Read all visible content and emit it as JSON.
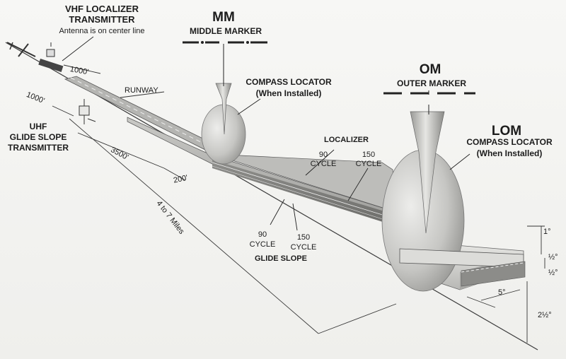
{
  "labels": {
    "vhf_title_1": "VHF LOCALIZER",
    "vhf_title_2": "TRANSMITTER",
    "vhf_note": "Antenna is on center line",
    "mm_abbr": "MM",
    "mm_name": "MIDDLE MARKER",
    "om_abbr": "OM",
    "om_name": "OUTER MARKER",
    "compass_1": "COMPASS LOCATOR",
    "compass_2": "(When Installed)",
    "lom_abbr": "LOM",
    "lom_1": "COMPASS LOCATOR",
    "lom_2": "(When Installed)",
    "runway": "RUNWAY",
    "uhf_1": "UHF",
    "uhf_2": "GLIDE SLOPE",
    "uhf_3": "TRANSMITTER",
    "localizer": "LOCALIZER",
    "loc_90_a": "90",
    "loc_90_b": "CYCLE",
    "loc_150_a": "150",
    "loc_150_b": "CYCLE",
    "gs_90_a": "90",
    "gs_90_b": "CYCLE",
    "gs_150_a": "150",
    "gs_150_b": "CYCLE",
    "glide_slope": "GLIDE SLOPE"
  },
  "dimensions": {
    "d1000_top": "1000'",
    "d1000_left": "1000'",
    "d3500": "3500'",
    "d200": "200'",
    "distance": "4 to 7 Miles",
    "deg1": "1°",
    "half1": "½°",
    "half2": "½°",
    "deg5": "5°",
    "deg2half": "2½°"
  }
}
